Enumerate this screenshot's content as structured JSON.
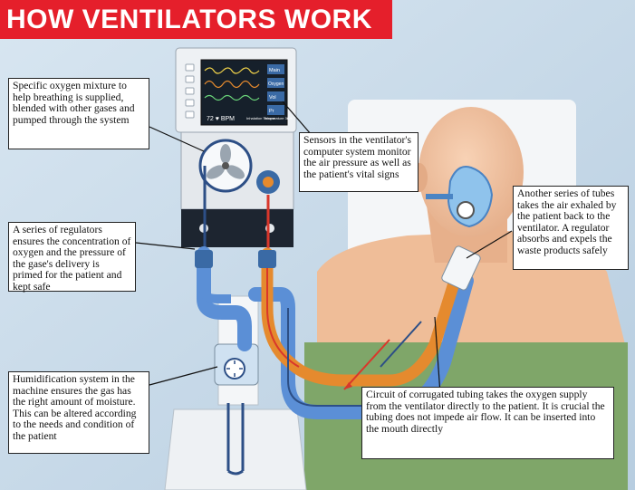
{
  "header": {
    "title": "HOW VENTILATORS WORK"
  },
  "monitor": {
    "heart_rate": "72 ♥ BPM",
    "side_buttons": [
      "Main",
      "Oxygen",
      "Vol",
      "Pr"
    ],
    "bottom_labels": [
      "Inhalation\nVolume",
      "Temperature\n36.6"
    ]
  },
  "callouts": {
    "oxygen_mixture": "Specific oxygen mixture to help breathing is supplied, blended with other gases and pumped through the system",
    "sensors": "Sensors in the ventilator's computer system monitor the air pressure as well as the patient's vital signs",
    "exhale_tubes": "Another series of tubes takes the air exhaled by the patient back to the ventilator. A regulator absorbs and expels the waste products safely",
    "regulators": "A series of regulators ensures the concentration of oxygen and the pressure of the gase's delivery is primed for the patient and kept safe",
    "humidification": "Humidification system in the machine ensures the gas has the right amount of moisture. This can be altered according to the needs and condition of the patient",
    "circuit": "Circuit of corrugated tubing takes the oxygen supply from the ventilator directly to the patient. It is crucial the tubing does not impede air flow. It can be inserted into the mouth directly"
  },
  "colors": {
    "banner": "#e51f2b",
    "background": "#c9dbe9",
    "inhale_tube": "#e58a2e",
    "exhale_tube": "#5b8fd6",
    "bed": "#7fa669",
    "skin": "#f2c3a0"
  }
}
